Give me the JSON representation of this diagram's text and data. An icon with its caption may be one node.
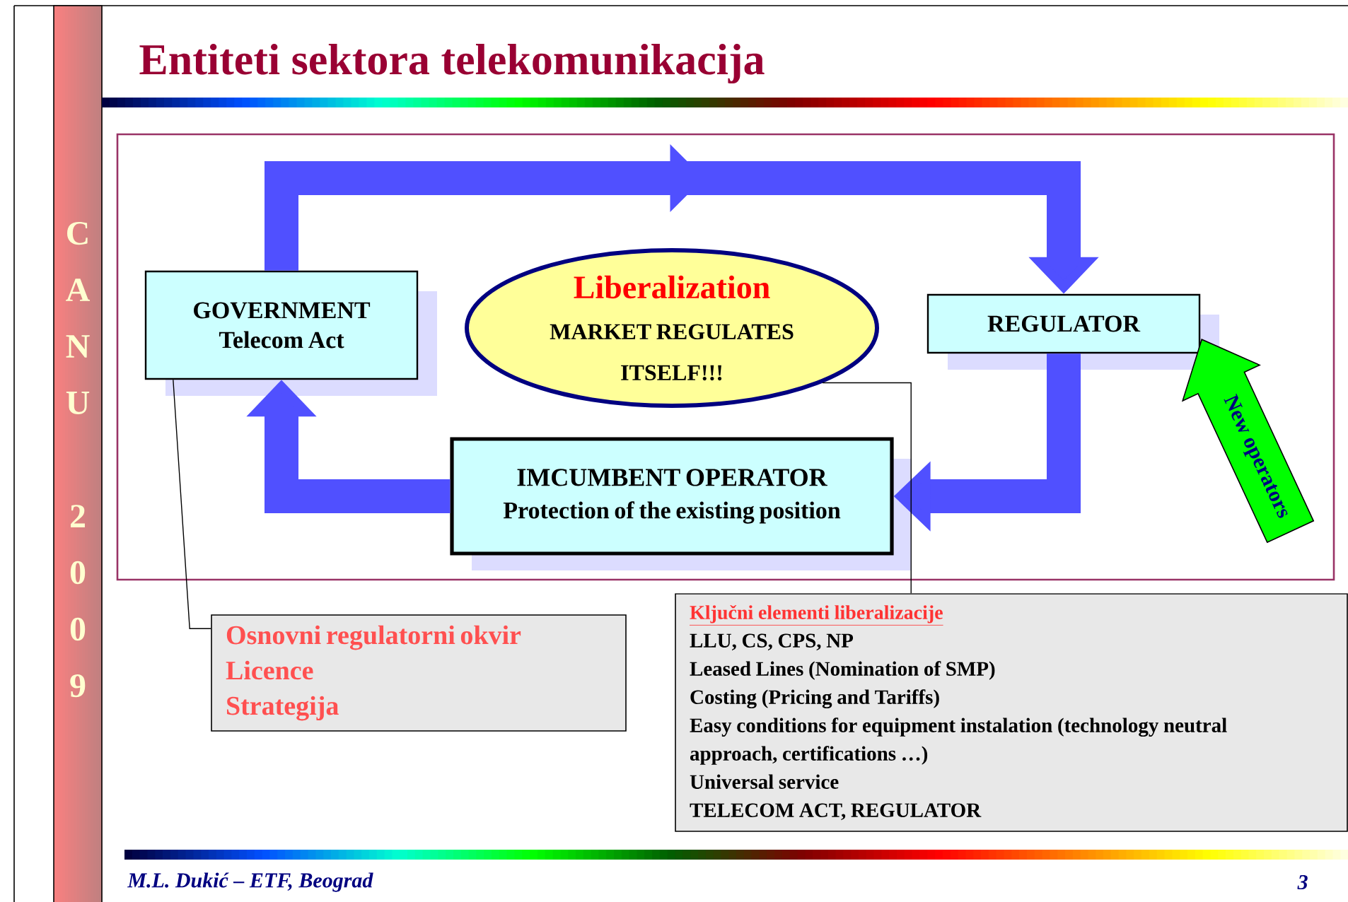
{
  "diagram": {
    "title": "Entiteti sektora telekomunikacija",
    "nodes": [
      {
        "text": [
          "GOVERNMENT",
          "Telecom Act"
        ]
      },
      {
        "text": [
          "Liberalization",
          "MARKET REGULATES ITSELF!!!"
        ]
      },
      {
        "text": [
          "REGULATOR"
        ]
      },
      {
        "text": [
          "IMCUMBENT OPERATOR",
          "Protection of the existing position"
        ]
      },
      {
        "text": [
          "Osnovni regulatorni okvir",
          "Licence",
          "Strategija"
        ]
      },
      {
        "text": [
          "Ključni elementi liberalizacije",
          "LLU, CS, CPS, NP",
          "Leased Lines (Nomination of SMP)",
          "Costing (Pricing and Tariffs)",
          "Easy conditions for equipment instalation (technology neutral approach, certifications …)",
          "Universal service",
          "TELECOM ACT, REGULATOR"
        ]
      }
    ],
    "edges": [
      {
        "from": 0,
        "to": 2,
        "arrow": "to"
      },
      {
        "from": 2,
        "to": 3,
        "arrow": "to"
      },
      {
        "from": 3,
        "to": 0,
        "arrow": "to"
      },
      {
        "from": null,
        "to": 2,
        "arrow": "to",
        "label": "New operators",
        "style": "thick",
        "color": "#00ff00"
      },
      {
        "from": 4,
        "to": 0,
        "arrow": "none",
        "color": "#000000"
      },
      {
        "from": 5,
        "to": 1,
        "arrow": "none",
        "color": "#000000"
      }
    ],
    "labels": [
      "C",
      "A",
      "N",
      "U",
      "2",
      "0",
      "0",
      "9",
      "M.L. Dukić – ETF, Beograd",
      "3"
    ]
  }
}
